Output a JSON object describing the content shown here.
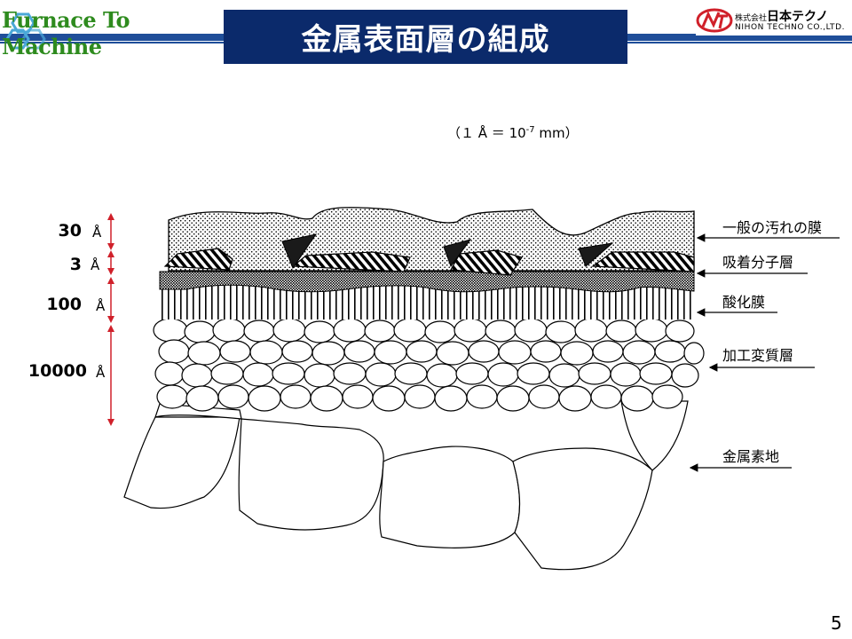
{
  "header": {
    "title": "金属表面層の組成",
    "brand_line1": "Furnace To",
    "brand_line2": "Machine",
    "company_jp_prefix": "株式会社",
    "company_jp": "日本テクノ",
    "company_en": "NIHON TECHNO CO.,LTD."
  },
  "diagram": {
    "unit_note": "（１ Å ＝ 10",
    "unit_exp": "-7",
    "unit_mm": " mm）",
    "thickness_labels": [
      "30",
      "3",
      "100",
      "10000"
    ],
    "angstrom": "Å",
    "layer_labels": [
      "一般の汚れの膜",
      "吸着分子層",
      "酸化膜",
      "加工変質層",
      "金属素地"
    ]
  },
  "colors": {
    "title_bg": "#0b2a6b",
    "band": "#1f4e99",
    "brand_green": "#2e8b1e",
    "arrow_red": "#d0202a"
  },
  "footer": {
    "page_number": "5"
  }
}
